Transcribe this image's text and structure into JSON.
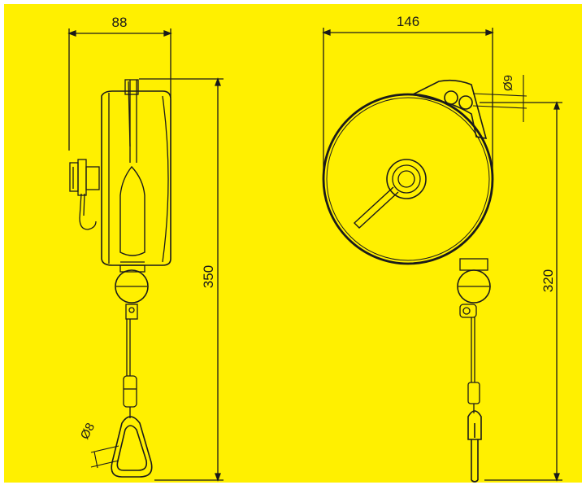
{
  "colors": {
    "background_panel": "#fff000",
    "line": "#1a1a1a",
    "page": "#ffffff"
  },
  "side_view": {
    "width_dim": "88",
    "height_dim": "350",
    "hook_dim": "Ø8"
  },
  "front_view": {
    "width_dim": "146",
    "hole_dim": "Ø9",
    "height_dim": "320"
  }
}
